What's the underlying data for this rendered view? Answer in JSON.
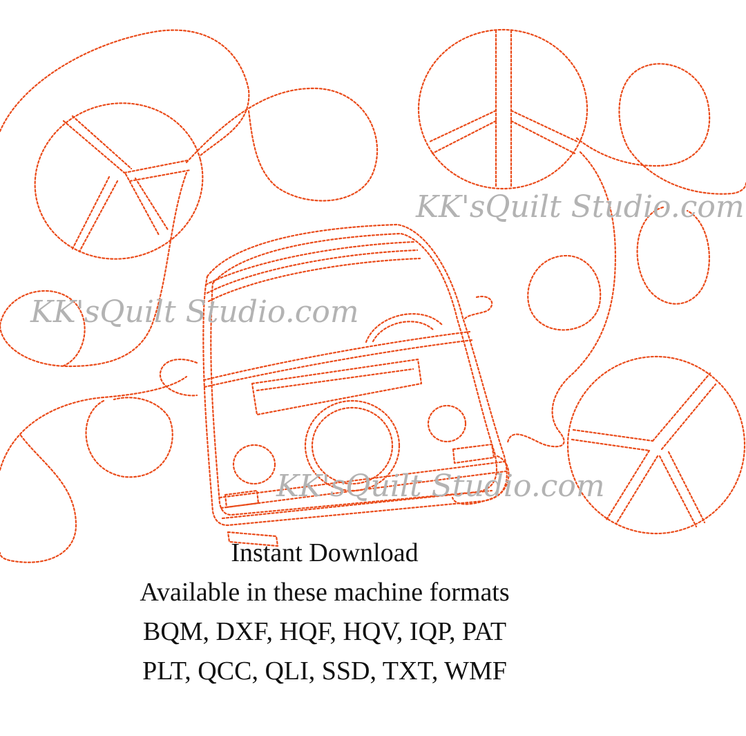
{
  "design": {
    "stitch_color": "#ea4b1a",
    "background": "#ffffff",
    "motifs": [
      "peace-sign",
      "camper-van",
      "meander-loop"
    ]
  },
  "watermark": {
    "text": "KK'sQuilt Studio.com",
    "color": "#b3b3b3"
  },
  "caption": {
    "line1": "Instant Download",
    "line2": "Available in these machine formats",
    "line3": "BQM, DXF, HQF, HQV, IQP, PAT",
    "line4": "PLT, QCC, QLI, SSD, TXT, WMF"
  }
}
